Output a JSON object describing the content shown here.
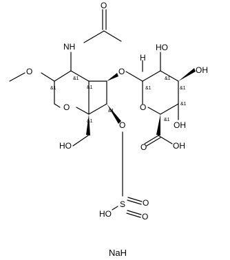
{
  "labels": {
    "o_carbonyl": "O",
    "nh": "NH",
    "o_methoxy": "O",
    "o_glyco": "O",
    "h_anomeric": "H",
    "oh_c2": "HO",
    "oh_c3": "OH",
    "oh_c4": "OH",
    "o_ring_left": "O",
    "o_ring_right": "O",
    "o_sulfate_link": "O",
    "ho_ch2": "HO",
    "oh_acid": "OH",
    "o_acid": "O",
    "ho_s": "HO",
    "s": "S",
    "o_s_1": "O",
    "o_s_2": "O",
    "na_h": "NaH"
  },
  "stereo": {
    "label": "&1",
    "count": 10
  },
  "colors": {
    "bond": "#000000",
    "text": "#000000",
    "background": "#ffffff"
  }
}
